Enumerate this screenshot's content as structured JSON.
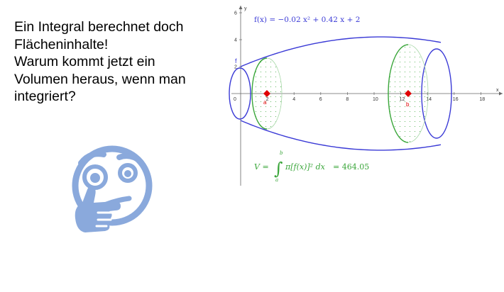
{
  "question": {
    "lines": [
      "Ein Integral berechnet doch",
      "Flächeninhalte!",
      "Warum kommt jetzt ein",
      "Volumen heraus, wenn man",
      "integriert?"
    ]
  },
  "emoji": {
    "icon": "thinking-face-icon",
    "color": "#8aa9dc"
  },
  "graph": {
    "function_label": "f(x) = −0.02 x² + 0.42 x + 2",
    "curve_name": "f",
    "x_axis_label": "x",
    "y_axis_label": "y",
    "origin_label": "0",
    "x_ticks": [
      "2",
      "4",
      "6",
      "8",
      "10",
      "12",
      "14",
      "16",
      "18"
    ],
    "y_ticks": [
      "2",
      "4",
      "6"
    ],
    "point_a": "a",
    "point_b": "b",
    "integral": {
      "lhs": "V =",
      "upper": "b",
      "lower": "a",
      "symbol": "∫",
      "integrand": "π[f(x)]² dx",
      "result": "= 464.05"
    },
    "colors": {
      "curve": "#3a3ad6",
      "disc": "#3aa63a",
      "point": "#e00000",
      "axis": "#666666"
    }
  }
}
